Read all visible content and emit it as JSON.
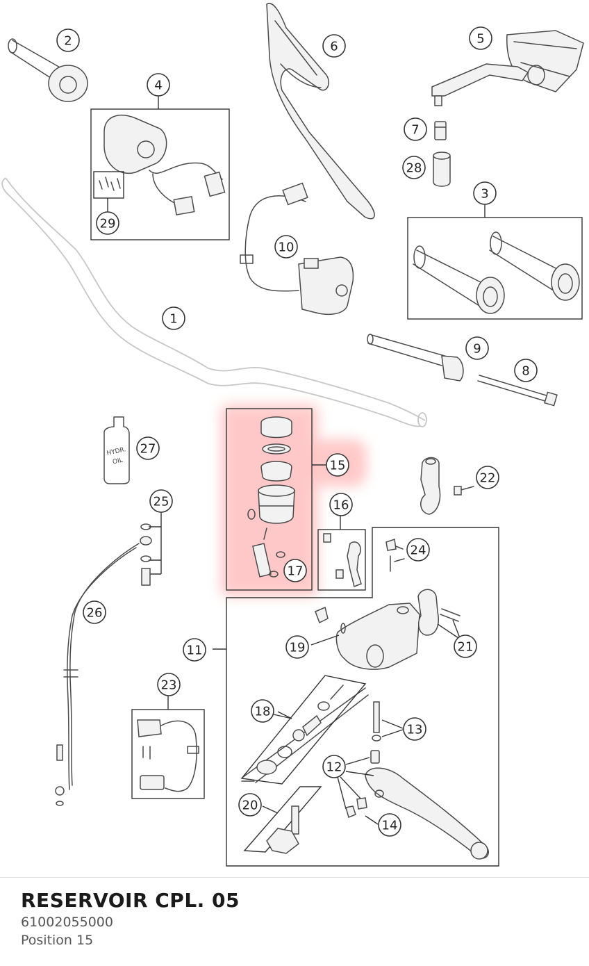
{
  "part": {
    "title": "RESERVOIR CPL. 05",
    "number": "61002055000",
    "position": "Position 15"
  },
  "diagram": {
    "highlight_color": "#ff9c9c",
    "callouts": [
      "1",
      "2",
      "3",
      "4",
      "5",
      "6",
      "7",
      "8",
      "9",
      "10",
      "11",
      "12",
      "13",
      "14",
      "15",
      "16",
      "17",
      "18",
      "19",
      "20",
      "21",
      "22",
      "23",
      "24",
      "25",
      "26",
      "27",
      "28",
      "29"
    ],
    "bottle_label": {
      "line1": "HYDR.",
      "line2": "OIL"
    }
  }
}
